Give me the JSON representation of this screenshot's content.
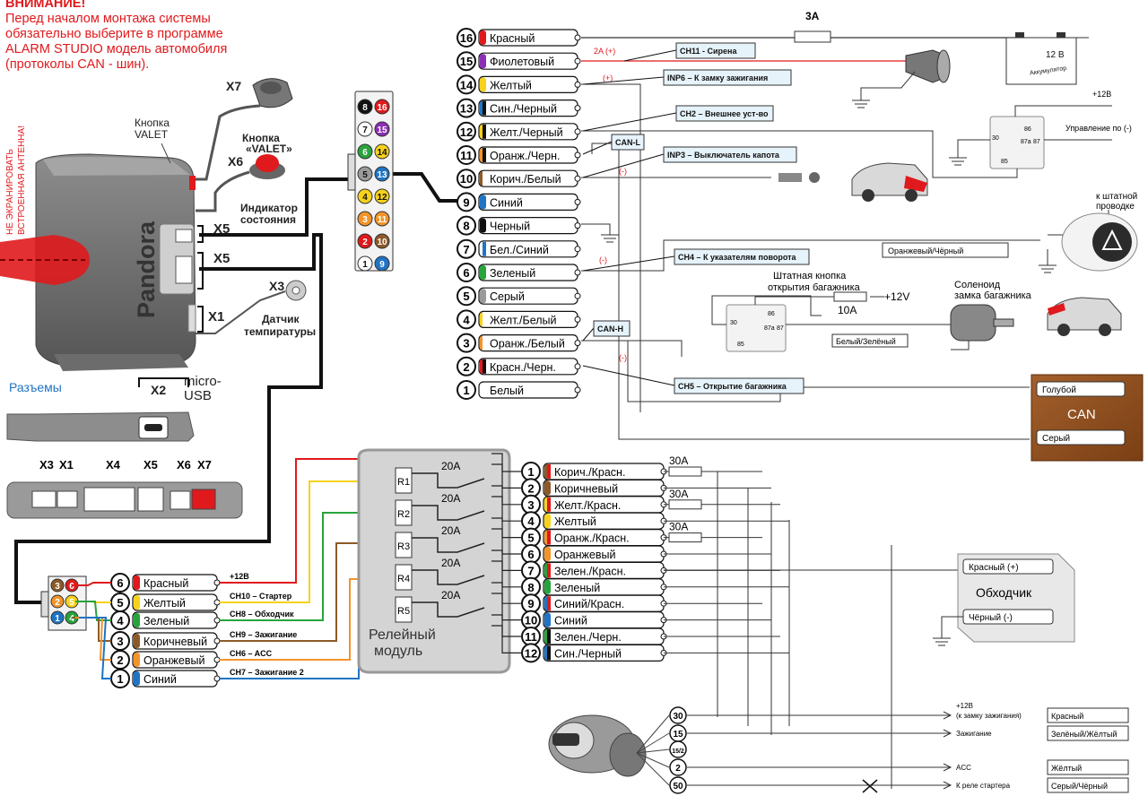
{
  "warning": {
    "line1": "ВНИМАНИЕ!",
    "line2": "Перед началом монтажа системы",
    "line3": "обязательно выберите в программе",
    "line4": "ALARM STUDIO модель автомобиля",
    "line5": "(протоколы CAN - шин)."
  },
  "antenna_note": [
    "НЕ ЭКРАНИРОВАТЬ",
    "ВСТРОЕННАЯ АНТЕННА!"
  ],
  "unit": {
    "brand": "Pandora",
    "valet_button_label": [
      "Кнопка",
      "VALET"
    ],
    "x7_label": "X7",
    "valet_caption": [
      "Кнопка",
      "«VALET»"
    ],
    "x6_label": "X6",
    "indicator_caption": [
      "Индикатор",
      "состояния"
    ],
    "x5a_label": "X5",
    "x5b_label": "X5",
    "x3_label": "X3",
    "x1_label": "X1",
    "temp_caption": [
      "Датчик",
      "темпиратуры"
    ],
    "x2_label": "X2",
    "micro_usb": [
      "micro-",
      "USB"
    ],
    "connectors_title": "Разъемы",
    "bottom_labels": [
      "X3",
      "X1",
      "X4",
      "X5",
      "X6",
      "X7"
    ]
  },
  "colors": {
    "red": "#e0191c",
    "violet": "#8b2fb6",
    "yellow": "#f7d21c",
    "blue": "#1f74c4",
    "black": "#111111",
    "orange": "#f2942a",
    "brown": "#8c5a28",
    "green": "#27a43c",
    "gray": "#9a9a9a",
    "white": "#ffffff",
    "can_box": "#8b4a1c"
  },
  "main_connector_pins": [
    "8",
    "16",
    "7",
    "15",
    "6",
    "14",
    "5",
    "13",
    "4",
    "12",
    "3",
    "11",
    "2",
    "10",
    "1",
    "9"
  ],
  "wires16": [
    {
      "n": "16",
      "label": "Красный"
    },
    {
      "n": "15",
      "label": "Фиолетовый"
    },
    {
      "n": "14",
      "label": "Желтый"
    },
    {
      "n": "13",
      "label": "Син./Черный"
    },
    {
      "n": "12",
      "label": "Желт./Черный"
    },
    {
      "n": "11",
      "label": "Оранж./Черн."
    },
    {
      "n": "10",
      "label": "Корич./Белый"
    },
    {
      "n": "9",
      "label": "Синий"
    },
    {
      "n": "8",
      "label": "Черный"
    },
    {
      "n": "7",
      "label": "Бел./Синий"
    },
    {
      "n": "6",
      "label": "Зеленый"
    },
    {
      "n": "5",
      "label": "Серый"
    },
    {
      "n": "4",
      "label": "Желт./Белый"
    },
    {
      "n": "3",
      "label": "Оранж./Белый"
    },
    {
      "n": "2",
      "label": "Красн./Черн."
    },
    {
      "n": "1",
      "label": "Белый"
    }
  ],
  "function_tags": {
    "ch11": "CH11 - Сирена",
    "inp6": "INP6 – К замку зажигания",
    "ch2": "CH2 – Внешнее уст-во",
    "can_l": "CAN-L",
    "inp3": "INP3 – Выключатель капота",
    "ch4": "CH4 – К указателям поворота",
    "can_h": "CAN-H",
    "ch5": "CH5 – Открытие багажника"
  },
  "right_panel": {
    "fuse_3a": "3A",
    "siren_current": "2A (+)",
    "plus14": "(+)",
    "minus10": "(-)",
    "minus6": "(-)",
    "minus2": "(-)",
    "battery_label": "12 В",
    "battery_sub": "Аккумулятор",
    "plus_12v_top": "+12В",
    "control_label": "Управление по (-)",
    "relay_pins_top": [
      "30",
      "86",
      "87a",
      "87",
      "85"
    ],
    "to_wiring": [
      "к штатной",
      "проводке"
    ],
    "orange_black": "Оранжевый/Чёрный",
    "trunk_button": [
      "Штатная кнопка",
      "открытия багажника"
    ],
    "fuse_10a": "10A",
    "plus_12v_mid": "+12V",
    "solenoid": [
      "Соленоид",
      "замка багажника"
    ],
    "white_green": "Белый/Зелёный",
    "relay_pins_mid": [
      "30",
      "86",
      "87a",
      "87",
      "85"
    ],
    "can_title": "CAN",
    "can_blue": "Голубой",
    "can_gray": "Серый"
  },
  "left_connector_pins": [
    "3",
    "6",
    "2",
    "5",
    "1",
    "4"
  ],
  "wires6": [
    {
      "n": "6",
      "label": "Красный",
      "func": "+12В"
    },
    {
      "n": "5",
      "label": "Желтый",
      "func": "CH10 – Стартер"
    },
    {
      "n": "4",
      "label": "Зеленый",
      "func": "CH8 – Обходчик"
    },
    {
      "n": "3",
      "label": "Коричневый",
      "func": "CH9 – Зажигание"
    },
    {
      "n": "2",
      "label": "Оранжевый",
      "func": "CH6 – ACC"
    },
    {
      "n": "1",
      "label": "Синий",
      "func": "CH7 – Зажигание 2"
    }
  ],
  "relay_module": {
    "relays": [
      "R1",
      "R2",
      "R3",
      "R4",
      "R5"
    ],
    "currents": [
      "20A",
      "20A",
      "20A",
      "20A",
      "20A"
    ],
    "title": [
      "Релейный",
      "модуль"
    ]
  },
  "wires12": [
    {
      "n": "1",
      "label": "Корич./Красн."
    },
    {
      "n": "2",
      "label": "Коричневый"
    },
    {
      "n": "3",
      "label": "Желт./Красн."
    },
    {
      "n": "4",
      "label": "Желтый"
    },
    {
      "n": "5",
      "label": "Оранж./Красн."
    },
    {
      "n": "6",
      "label": "Оранжевый"
    },
    {
      "n": "7",
      "label": "Зелен./Красн."
    },
    {
      "n": "8",
      "label": "Зеленый"
    },
    {
      "n": "9",
      "label": "Синий/Красн."
    },
    {
      "n": "10",
      "label": "Синий"
    },
    {
      "n": "11",
      "label": "Зелен./Черн."
    },
    {
      "n": "12",
      "label": "Син./Черный"
    }
  ],
  "relay_fuses": [
    "30A",
    "30A",
    "30A"
  ],
  "bypass": {
    "title": "Обходчик",
    "red": "Красный (+)",
    "black": "Чёрный (-)"
  },
  "ignition": {
    "pins": [
      "30",
      "15",
      "15/2",
      "2",
      "50"
    ],
    "lines": [
      {
        "text": [
          "+12В",
          "(к замку зажигания)"
        ],
        "wire": "Красный"
      },
      {
        "text": [
          "Зажигание"
        ],
        "wire": "Зелёный/Жёлтый"
      },
      {
        "text": [
          "ACC"
        ],
        "wire": "Жёлтый"
      },
      {
        "text": [
          "К реле стартера"
        ],
        "wire": "Серый/Чёрный"
      }
    ]
  }
}
